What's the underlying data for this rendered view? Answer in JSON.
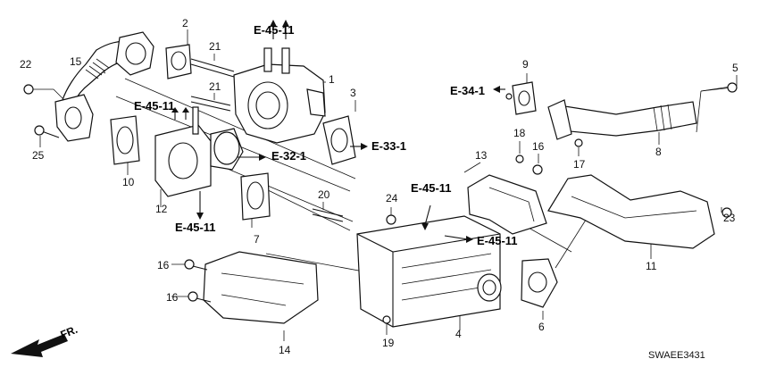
{
  "diagram": {
    "code": "SWAEE3431",
    "front_mark": "FR.",
    "references": {
      "r1": "E-45-11",
      "r2": "E-45-11",
      "r3": "E-45-11",
      "r4": "E-45-11",
      "r5": "E-45-11",
      "r6": "E-32-1",
      "r7": "E-33-1",
      "r8": "E-34-1"
    },
    "callouts": {
      "n1": "1",
      "n2": "2",
      "n3": "3",
      "n4": "4",
      "n5": "5",
      "n6": "6",
      "n7": "7",
      "n8": "8",
      "n9": "9",
      "n10": "10",
      "n11": "11",
      "n12": "12",
      "n13": "13",
      "n14": "14",
      "n15": "15",
      "n16a": "16",
      "n16b": "16",
      "n16c": "16",
      "n17": "17",
      "n18": "18",
      "n19": "19",
      "n20": "20",
      "n21a": "21",
      "n21b": "21",
      "n22": "22",
      "n23": "23",
      "n24": "24",
      "n25": "25"
    }
  }
}
